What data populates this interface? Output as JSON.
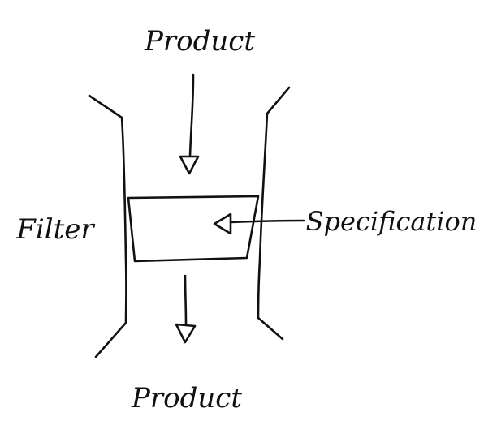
{
  "labels": {
    "top_product": "Product",
    "bottom_product": "Product",
    "filter": "Filter",
    "specification": "Specification"
  },
  "colors": {
    "ink": "#111111",
    "background": "#ffffff"
  }
}
